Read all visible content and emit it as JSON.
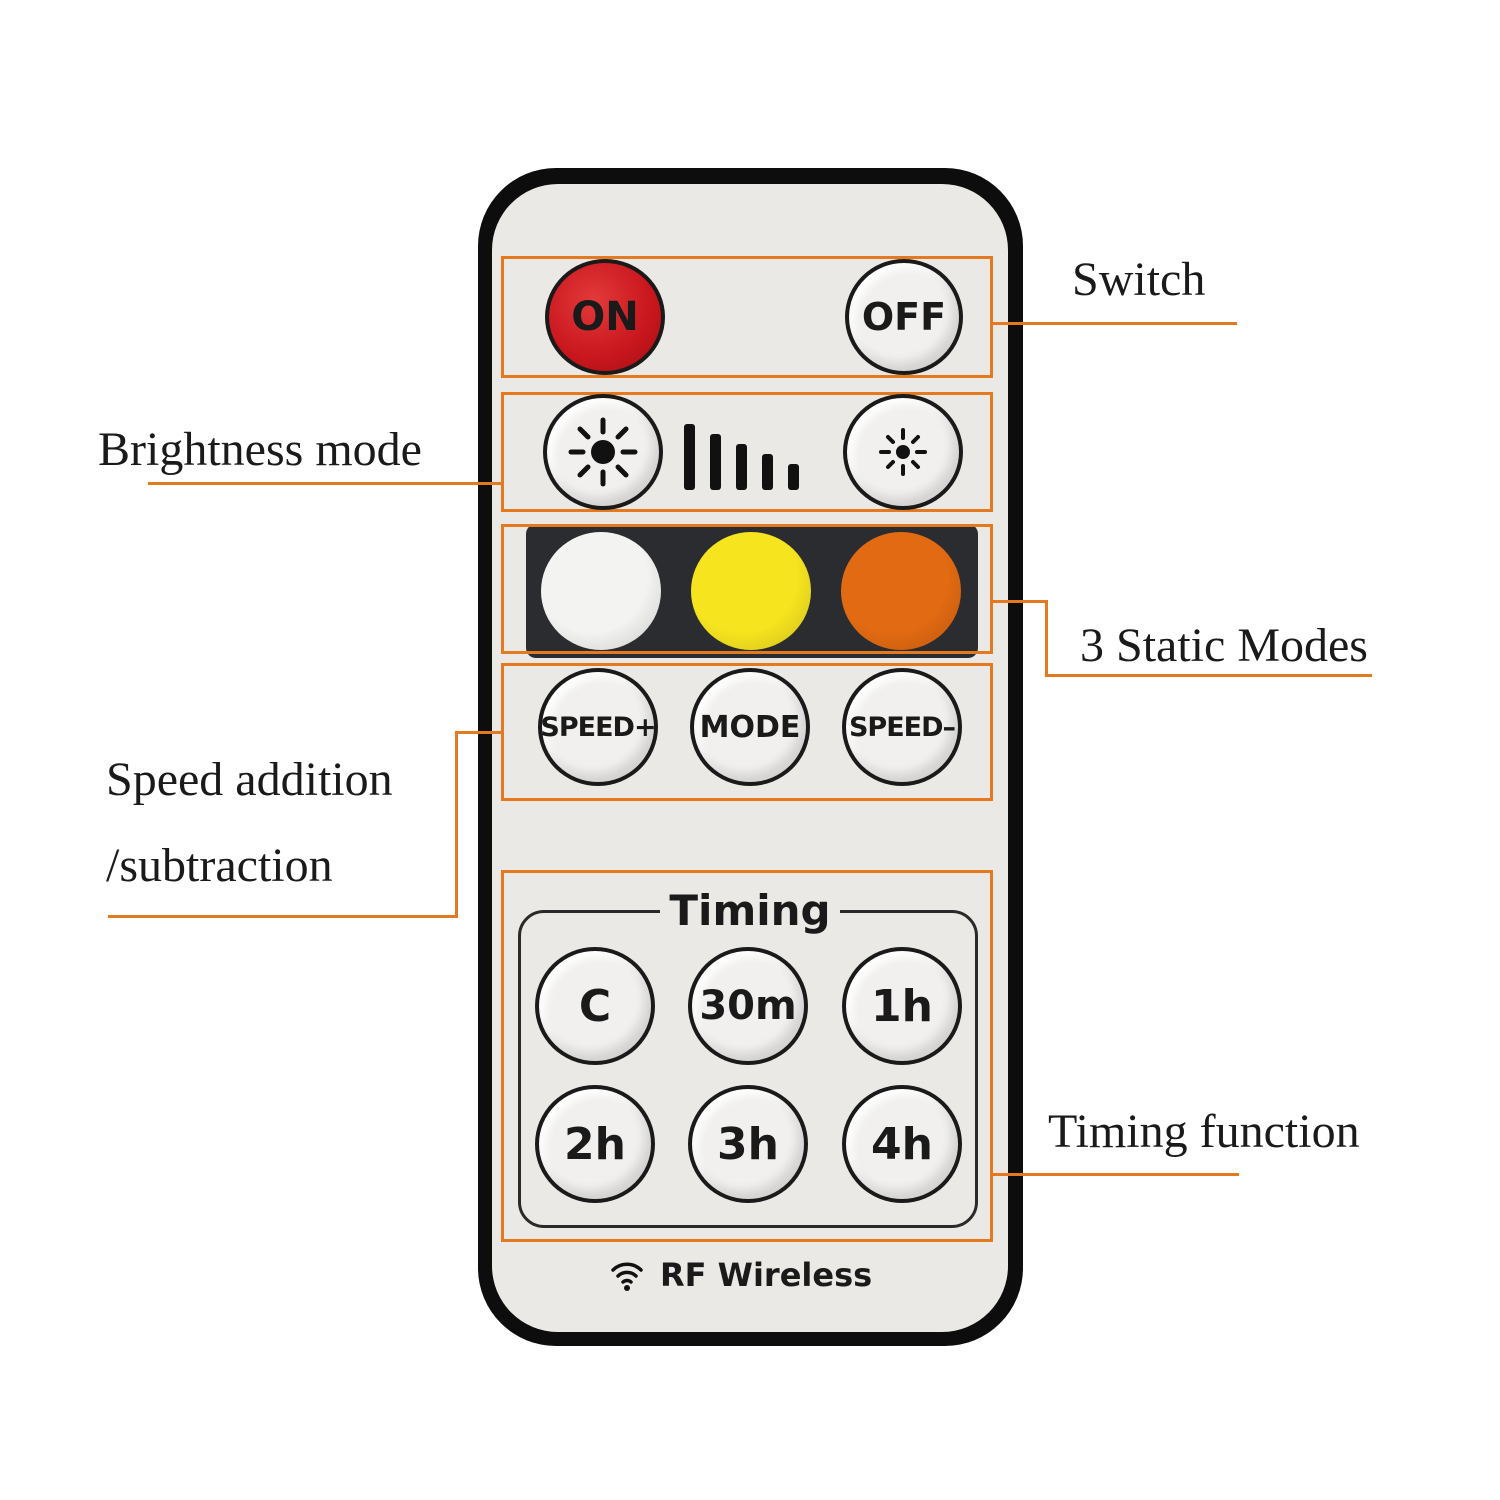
{
  "callouts": {
    "switch": "Switch",
    "brightness": "Brightness mode",
    "static_modes": "3 Static Modes",
    "speed_line1": "Speed addition",
    "speed_line2": "/subtraction",
    "timing": "Timing function"
  },
  "remote": {
    "on_label": "ON",
    "off_label": "OFF",
    "speed_plus_label": "SPEED+",
    "mode_label": "MODE",
    "speed_minus_label": "SPEED–",
    "timing_title": "Timing",
    "timing_buttons": [
      "C",
      "30m",
      "1h",
      "2h",
      "3h",
      "4h"
    ],
    "footer": "RF Wireless",
    "brightness_levels": [
      1.0,
      0.85,
      0.7,
      0.55,
      0.4
    ],
    "static_colors": [
      "#f3f3f1",
      "#f6e41f",
      "#e26a12"
    ]
  },
  "colors": {
    "accent": "#e4791f",
    "on_button": "#c8161d",
    "remote_body": "#0d0d0d"
  }
}
